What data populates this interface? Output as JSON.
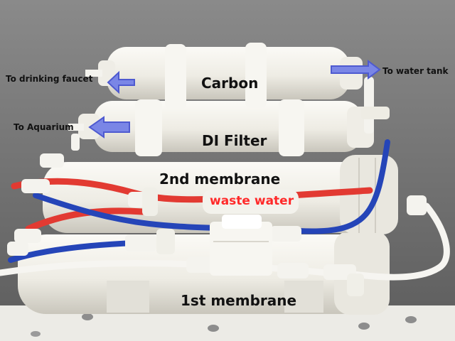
{
  "labels": {
    "drinking_faucet": "To drinking faucet",
    "water_tank": "To water tank",
    "aquarium": "To Aquarium",
    "carbon": "Carbon",
    "di_filter": "DI Filter",
    "membrane_2": "2nd membrane",
    "waste_water": "waste water",
    "membrane_1": "1st membrane"
  },
  "colors": {
    "background": "#6f6f6f",
    "housing": "#f1efe8",
    "red_tube": "#e23a32",
    "blue_tube": "#2545b8",
    "arrow": "#7a86e6",
    "waste_label": "#ff2a2a"
  }
}
